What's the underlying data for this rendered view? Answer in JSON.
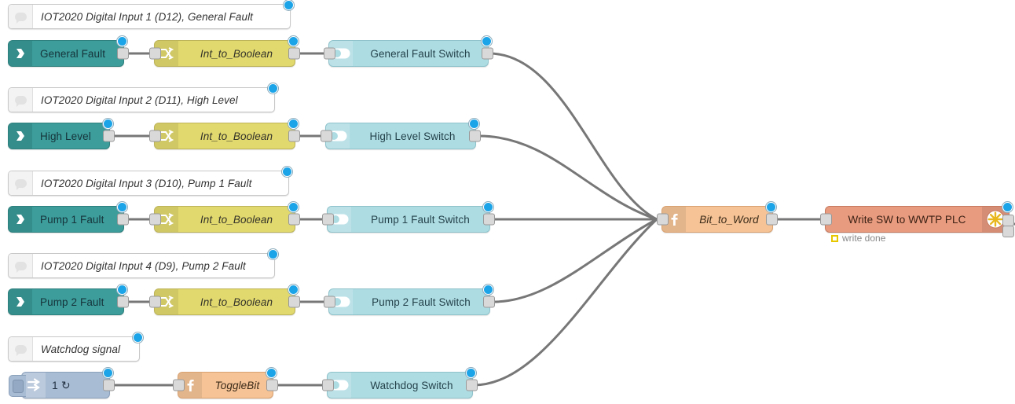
{
  "app": {
    "name": "Node-RED Flow Editor",
    "canvas_background": "#ffffff",
    "wire_color": "#777777"
  },
  "palette": {
    "input_node": "#3C9D9B",
    "switch_node": "#E2D96E",
    "ui_switch_node": "#AEDCE3",
    "function_node": "#F5C396",
    "plc_write_node": "#E89B7F",
    "inject_node": "#A8BCD4",
    "comment_node": "#FFFFFF",
    "status_dot": "#1CA4E8",
    "status_square": "#E6C700"
  },
  "comments": [
    {
      "id": "c1",
      "text": "IOT2020 Digital Input 1 (D12), General Fault",
      "icon": "comment-bubble-icon"
    },
    {
      "id": "c2",
      "text": "IOT2020 Digital Input 2 (D11), High Level",
      "icon": "comment-bubble-icon"
    },
    {
      "id": "c3",
      "text": "IOT2020 Digital Input 3 (D10), Pump 1 Fault",
      "icon": "comment-bubble-icon"
    },
    {
      "id": "c4",
      "text": "IOT2020 Digital Input 4 (D9), Pump 2 Fault",
      "icon": "comment-bubble-icon"
    },
    {
      "id": "c5",
      "text": "Watchdog signal",
      "icon": "comment-bubble-icon"
    }
  ],
  "inputs": [
    {
      "id": "i1",
      "label": "General Fault",
      "icon": "arrow-right-icon"
    },
    {
      "id": "i2",
      "label": "High Level",
      "icon": "arrow-right-icon"
    },
    {
      "id": "i3",
      "label": "Pump 1 Fault",
      "icon": "arrow-right-icon"
    },
    {
      "id": "i4",
      "label": "Pump 2 Fault",
      "icon": "arrow-right-icon"
    }
  ],
  "converters": [
    {
      "id": "s1",
      "label": "Int_to_Boolean",
      "icon": "switch-crossing-icon"
    },
    {
      "id": "s2",
      "label": "Int_to_Boolean",
      "icon": "switch-crossing-icon"
    },
    {
      "id": "s3",
      "label": "Int_to_Boolean",
      "icon": "switch-crossing-icon"
    },
    {
      "id": "s4",
      "label": "Int_to_Boolean",
      "icon": "switch-crossing-icon"
    }
  ],
  "ui_switches": [
    {
      "id": "w1",
      "label": "General Fault Switch",
      "icon": "toggle-switch-icon"
    },
    {
      "id": "w2",
      "label": "High Level Switch",
      "icon": "toggle-switch-icon"
    },
    {
      "id": "w3",
      "label": "Pump 1 Fault Switch",
      "icon": "toggle-switch-icon"
    },
    {
      "id": "w4",
      "label": "Pump 2 Fault Switch",
      "icon": "toggle-switch-icon"
    },
    {
      "id": "w5",
      "label": "Watchdog Switch",
      "icon": "toggle-switch-icon"
    }
  ],
  "inject": {
    "id": "inj1",
    "label": "1 ↻",
    "interval_value": "1",
    "repeat_icon": "repeat-icon",
    "icon": "inject-arrow-icon",
    "button_name": "inject-trigger-button"
  },
  "functions": [
    {
      "id": "f1",
      "label": "ToggleBit",
      "icon": "function-f-icon"
    },
    {
      "id": "f2",
      "label": "Bit_to_Word",
      "icon": "function-f-icon"
    }
  ],
  "plc_write": {
    "id": "plc1",
    "label": "Write SW to WWTP PLC",
    "icon": "s7-gear-icon",
    "status_text": "write done",
    "status_color": "#E6C700"
  }
}
